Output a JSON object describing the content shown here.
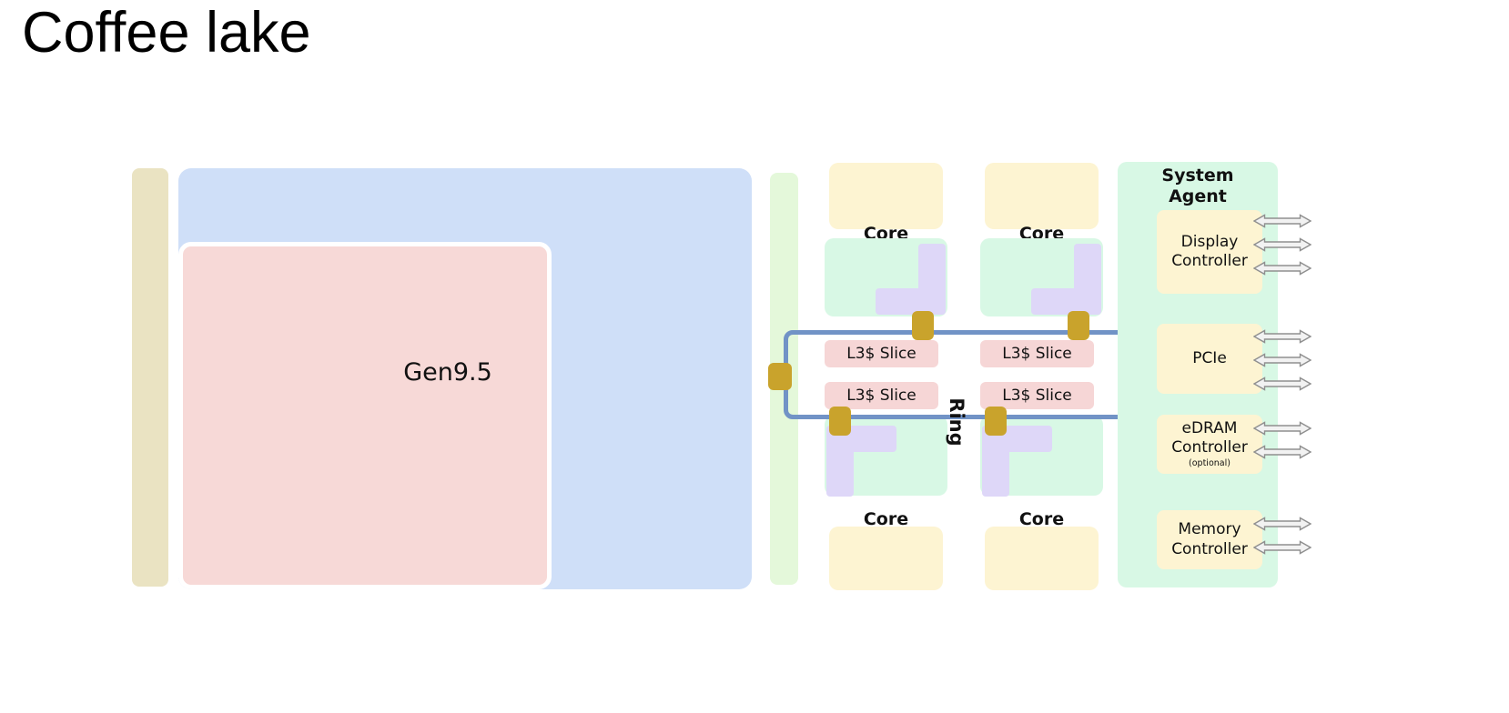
{
  "page": {
    "title": "Coffee lake"
  },
  "diagram": {
    "gpu": {
      "label": "Gen9.5"
    },
    "core": {
      "label": "Core"
    },
    "l3": {
      "label": "L3$ Slice"
    },
    "ring": {
      "label": "Ring"
    },
    "system_agent": {
      "title": "System Agent",
      "display": {
        "label": "Display Controller",
        "arrow_count": 3
      },
      "pcie": {
        "label": "PCIe",
        "arrow_count": 3
      },
      "edram": {
        "label": "eDRAM Controller",
        "note": "(optional)",
        "arrow_count": 2
      },
      "memory": {
        "label": "Memory Controller",
        "arrow_count": 2
      }
    },
    "colors": {
      "tan_strip": "#eae3c2",
      "gpu_outer": "#cfdff8",
      "gpu_inner": "#f7d9d7",
      "green_strip": "#e4f8da",
      "core_cream": "#fdf4d2",
      "core_mint": "#d8f8e5",
      "core_purple": "#ded7f8",
      "l3_pink": "#f6d6d6",
      "ring_blue": "#7193c6",
      "node_gold": "#c9a32c",
      "arrow_fill": "#f2f2f2",
      "arrow_stroke": "#8f8f8f"
    }
  }
}
